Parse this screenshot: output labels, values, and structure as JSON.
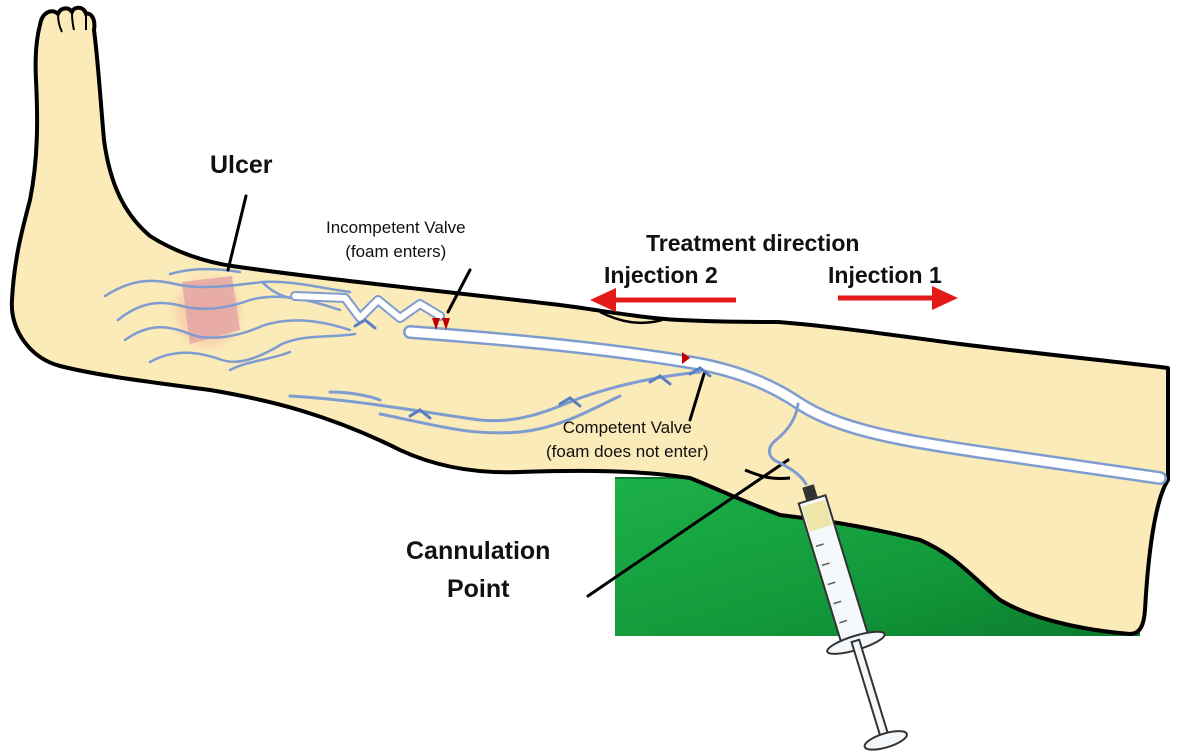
{
  "labels": {
    "ulcer": "Ulcer",
    "incompetent_valve_line1": "Incompetent Valve",
    "incompetent_valve_line2": "(foam enters)",
    "treatment_direction": "Treatment direction",
    "injection_2": "Injection 2",
    "injection_1": "Injection 1",
    "competent_valve_line1": "Competent Valve",
    "competent_valve_line2": "(foam does not enter)",
    "cannulation_line1": "Cannulation",
    "cannulation_line2": "Point"
  },
  "colors": {
    "skin": "#FBEBB8",
    "outline": "#000000",
    "vein": "#7E9CD0",
    "foam": "#FFFFFF",
    "ulcer": "#E4A6A6",
    "ulcer_glow": "#F2B39A",
    "valve_marker": "#C00000",
    "arrow": "#E41A1A",
    "support": "#15A23C",
    "support_dark": "#0C7A2A"
  },
  "icons": {
    "syringe": "syringe-icon",
    "arrow_left": "arrow-left-icon",
    "arrow_right": "arrow-right-icon"
  }
}
